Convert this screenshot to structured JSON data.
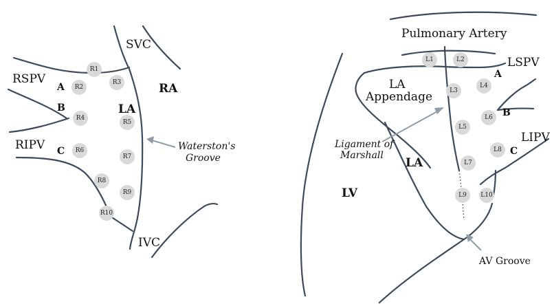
{
  "right_atrium_view": {
    "labels": {
      "svc": "SVC",
      "ra": "RA",
      "la": "LA",
      "rspv": "RSPV",
      "ripv": "RIPV",
      "ivc": "IVC",
      "a": "A",
      "b": "B",
      "c": "C",
      "waterstons_line1": "Waterston's",
      "waterstons_line2": "Groove"
    },
    "markers": [
      "R1",
      "R2",
      "R3",
      "R4",
      "R5",
      "R6",
      "R7",
      "R8",
      "R9",
      "R10"
    ]
  },
  "left_atrium_view": {
    "labels": {
      "pulmonary_artery": "Pulmonary Artery",
      "lspv": "LSPV",
      "lipv": "LIPV",
      "appendage_line1": "LA",
      "appendage_line2": "Appendage",
      "ligament_line1": "Ligament of",
      "ligament_line2": "Marshall",
      "la": "LA",
      "lv": "LV",
      "av_groove": "AV Groove",
      "a": "A",
      "b": "B",
      "c": "C"
    },
    "markers": [
      "L1",
      "L2",
      "L3",
      "L4",
      "L5",
      "L6",
      "L7",
      "L8",
      "L9",
      "L10"
    ]
  },
  "colors": {
    "outline": "#3b4a5c",
    "marker_fill": "#d9d9d9",
    "arrow": "#8f9ba6"
  }
}
